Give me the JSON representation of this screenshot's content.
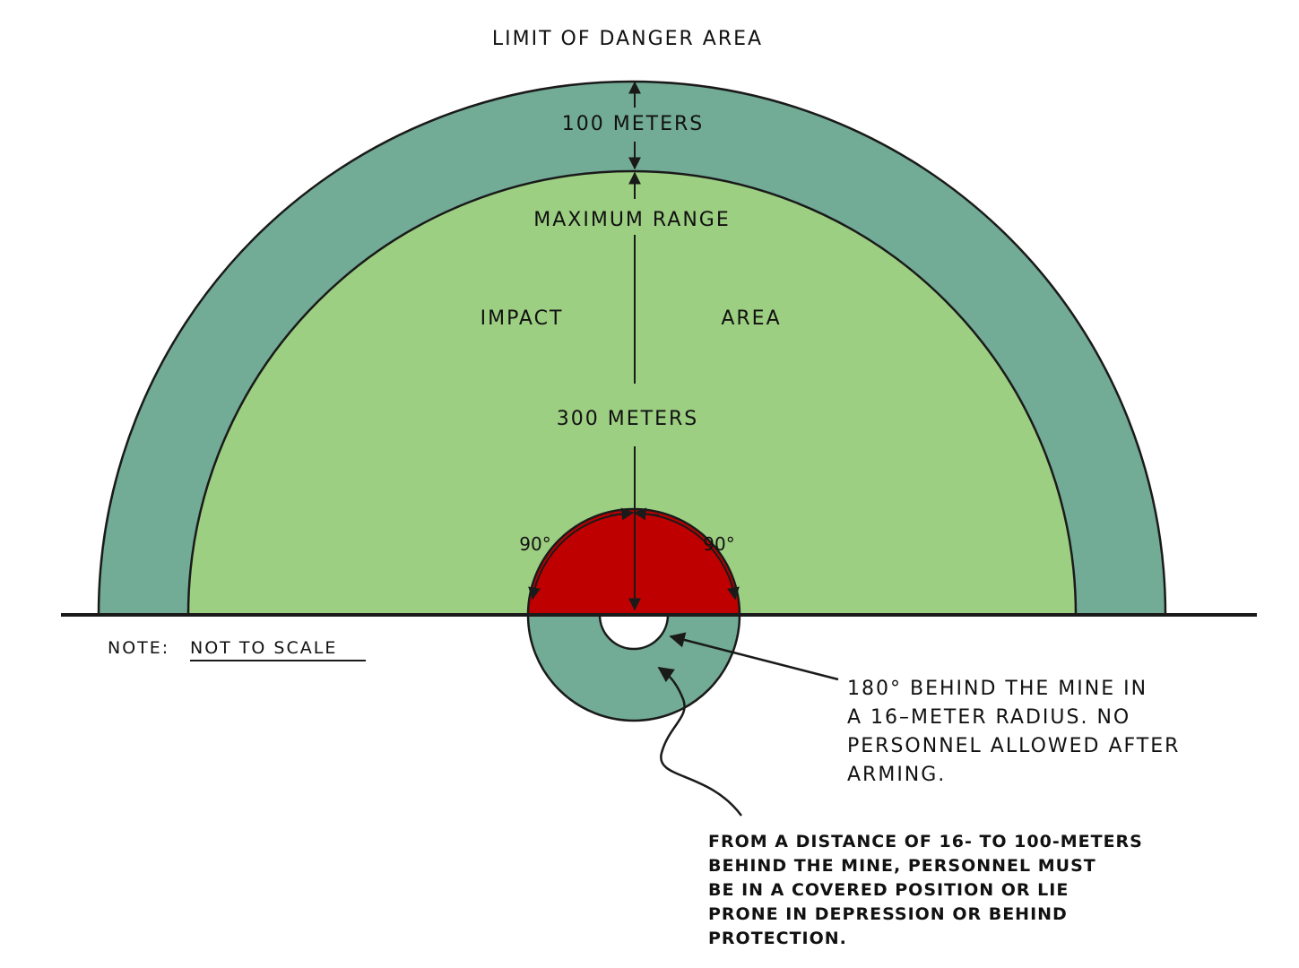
{
  "title": "LIMIT OF DANGER AREA",
  "outer_band_label": "100 METERS",
  "max_range_label": "MAXIMUM RANGE",
  "impact_label_left": "IMPACT",
  "impact_label_right": "AREA",
  "range_label": "300 METERS",
  "angle_left": "90°",
  "angle_right": "90°",
  "note_prefix": "NOTE:",
  "note_text": "NOT TO SCALE",
  "callout_backblast": {
    "lines": [
      "180° BEHIND THE MINE IN",
      "A 16–METER RADIUS. NO",
      "PERSONNEL ALLOWED AFTER",
      "ARMING."
    ]
  },
  "callout_cover": {
    "lines": [
      "FROM A DISTANCE OF 16- TO 100-METERS",
      "BEHIND THE MINE, PERSONNEL MUST",
      "BE IN A COVERED POSITION OR LIE",
      "PRONE IN DEPRESSION OR BEHIND",
      "PROTECTION."
    ]
  },
  "colors": {
    "outer_band": "#72ab96",
    "impact_area": "#9dcf82",
    "backblast_zone": "#bf0000",
    "rear_zone": "#72ab96",
    "line": "#1a1a1a"
  }
}
